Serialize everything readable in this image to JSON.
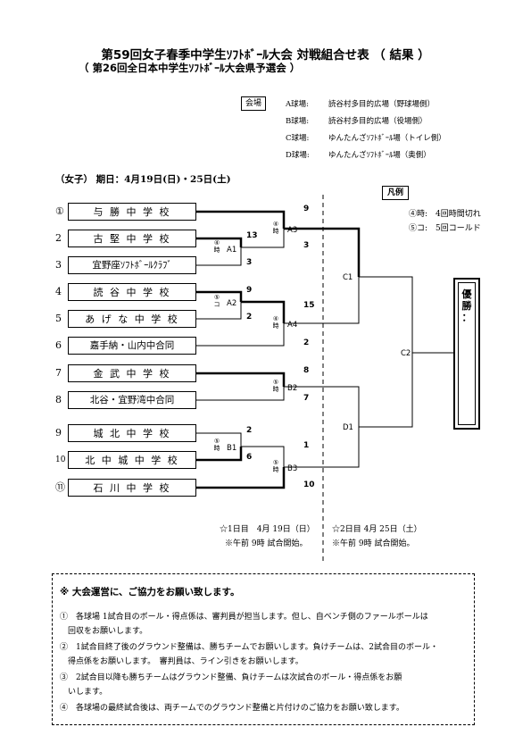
{
  "header": {
    "title": "第59回女子春季中学生ｿﾌﾄﾎﾞｰﾙ大会 対戦組合せ表 （ 結果 ）",
    "subtitle": "（ 第26回全日本中学生ｿﾌﾄﾎﾞｰﾙ大会県予選会 ）"
  },
  "venue": {
    "label": "会場",
    "rows": [
      {
        "key": "A球場:",
        "value": "読谷村多目的広場（野球場側）"
      },
      {
        "key": "B球場:",
        "value": "読谷村多目的広場（役場側）"
      },
      {
        "key": "C球場:",
        "value": "ゆんたんざｿﾌﾄﾎﾞｰﾙ場（トイレ側）"
      },
      {
        "key": "D球場:",
        "value": "ゆんたんざｿﾌﾄﾎﾞｰﾙ場（奥側）"
      }
    ]
  },
  "day_title": "（女子） 期日：4月19日(日)・25日(土)",
  "legend": {
    "label": "凡例",
    "rows": [
      "④時:　4回時間切れ",
      "⑤コ:　5回コールド"
    ]
  },
  "teams": [
    {
      "seed": "①",
      "name": "与 勝 中 学 校"
    },
    {
      "seed": "2",
      "name": "古 堅 中 学 校"
    },
    {
      "seed": "3",
      "name": "宜野座ｿﾌﾄﾎﾞｰﾙｸﾗﾌﾞ"
    },
    {
      "seed": "4",
      "name": "読 谷 中 学 校"
    },
    {
      "seed": "5",
      "name": "あ げ な 中 学 校"
    },
    {
      "seed": "6",
      "name": "嘉手納・山内中合同"
    },
    {
      "seed": "7",
      "name": "金 武 中 学 校"
    },
    {
      "seed": "8",
      "name": "北谷・宜野湾中合同"
    },
    {
      "seed": "9",
      "name": "城 北 中 学 校"
    },
    {
      "seed": "10",
      "name": "北 中 城 中 学 校"
    },
    {
      "seed": "⑪",
      "name": "石 川 中 学 校"
    }
  ],
  "matches": {
    "A1": {
      "label": "A1",
      "score_top": "13",
      "score_bottom": "3",
      "mark_a": "④",
      "mark_b": "時"
    },
    "A2": {
      "label": "A2",
      "score_top": "9",
      "score_bottom": "2",
      "mark_a": "⑤",
      "mark_b": "コ"
    },
    "A3": {
      "label": "A3",
      "score_top": "9",
      "score_bottom": "3",
      "mark_a": "④",
      "mark_b": "時"
    },
    "A4": {
      "label": "A4",
      "score_top": "15",
      "score_bottom": "2",
      "mark_a": "④",
      "mark_b": "時"
    },
    "B1": {
      "label": "B1",
      "score_top": "2",
      "score_bottom": "6",
      "mark_a": "⑤",
      "mark_b": "時"
    },
    "B2": {
      "label": "B2",
      "score_top": "8",
      "score_bottom": "7",
      "mark_a": "⑤",
      "mark_b": "時"
    },
    "B3": {
      "label": "B3",
      "score_top": "1",
      "score_bottom": "10",
      "mark_a": "⑤",
      "mark_b": "時"
    },
    "C1": {
      "label": "C1"
    },
    "C2": {
      "label": "C2"
    },
    "D1": {
      "label": "D1"
    }
  },
  "champion": {
    "label": "優勝："
  },
  "schedule": {
    "day1_line1": "☆1日目　4月 19日（日）",
    "day1_line2": "※午前 9時 試合開始。",
    "day2_line1": "☆2日目 4月 25日（土）",
    "day2_line2": "※午前 9時 試合開始。"
  },
  "notice": {
    "title": "※ 大会運営に、ご協力をお願い致します。",
    "lines": [
      "①　各球場 1試合目のボール・得点係は、審判員が担当します。但し、自ベンチ側のファールボールは",
      "　回収をお願いします。",
      "②　1試合目終了後のグラウンド整備は、勝ちチームでお願いします。負けチームは、2試合目のボール・",
      "　得点係をお願いします。　審判員は、ライン引きをお願いします。",
      "③　2試合目以降も勝ちチームはグラウンド整備、負けチームは次試合のボール・得点係をお願",
      "　いします。",
      "④　各球場の最終試合後は、両チームでのグラウンド整備と片付けのご協力をお願い致します。"
    ]
  }
}
